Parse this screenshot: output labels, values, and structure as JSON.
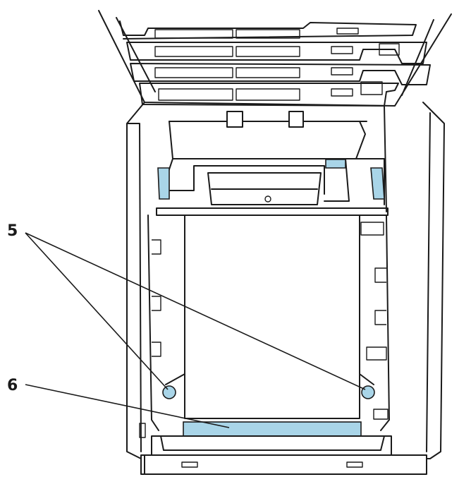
{
  "colors": {
    "highlight": "#a9d5e8",
    "line": "#1a1a1a",
    "background": "#ffffff"
  },
  "callouts": [
    {
      "id": "callout-5",
      "label": "5"
    },
    {
      "id": "callout-6",
      "label": "6"
    }
  ]
}
